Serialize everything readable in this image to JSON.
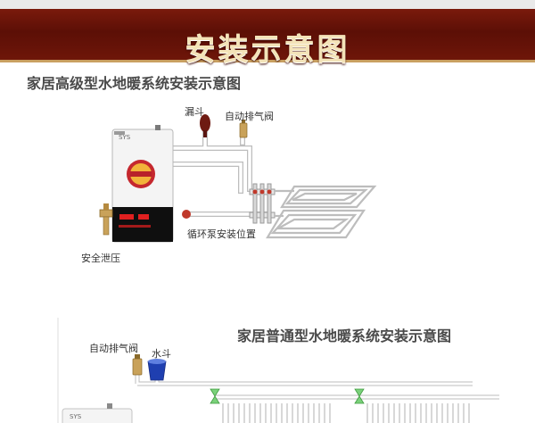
{
  "banner": {
    "title": "安装示意图"
  },
  "diagram1": {
    "title": "家居高级型水地暖系统安装示意图",
    "labels": {
      "funnel": "漏斗",
      "auto_vent": "自动排气阀",
      "pump_position": "循环泵安装位置",
      "safety_valve": "安全泄压"
    },
    "boiler_brand": "SYS"
  },
  "diagram2": {
    "title": "家居普通型水地暖系统安装示意图",
    "labels": {
      "auto_vent": "自动排气阀",
      "water_bucket": "水斗"
    },
    "boiler_brand": "SYS"
  },
  "colors": {
    "banner_bg": "#6a1408",
    "banner_text": "#f3e3b8",
    "pipe": "#cfcfcf",
    "valve_red": "#c0392b",
    "valve_brass": "#c9a25a",
    "valve_green": "#7ad17a",
    "display_red": "#e02020"
  }
}
